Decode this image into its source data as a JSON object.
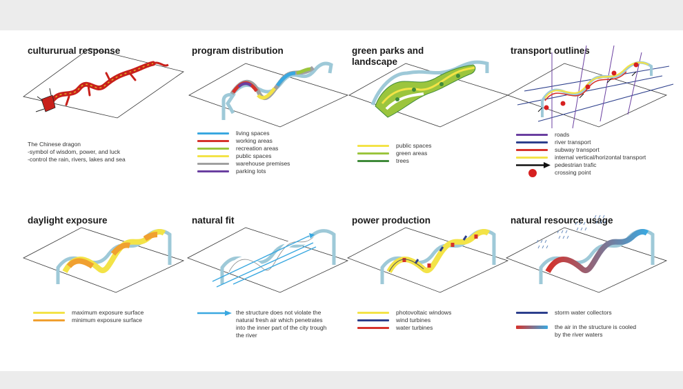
{
  "panels": {
    "cultural": {
      "title": "cultururual response",
      "description": [
        "The Chinese dragon",
        "-symbol of wisdom, power, and luck",
        "-control the rain, rivers, lakes and sea"
      ]
    },
    "program": {
      "title": "program distribution",
      "legend": [
        {
          "label": "living spaces",
          "color": "#3aa8e0"
        },
        {
          "label": "working areas",
          "color": "#d6322b"
        },
        {
          "label": "recreation areas",
          "color": "#9bc53d"
        },
        {
          "label": "public spaces",
          "color": "#f3e347"
        },
        {
          "label": "warehouse premises",
          "color": "#a0a0a0"
        },
        {
          "label": "parking lots",
          "color": "#6a3fa0"
        }
      ]
    },
    "green": {
      "title": "green parks and landscape",
      "legend": [
        {
          "label": "public spaces",
          "color": "#f3e347"
        },
        {
          "label": "green areas",
          "color": "#9bc53d"
        },
        {
          "label": "trees",
          "color": "#3f8a3a"
        }
      ]
    },
    "transport": {
      "title": "transport outlines",
      "legend": [
        {
          "label": "roads",
          "color": "#6a3fa0"
        },
        {
          "label": "river transport",
          "color": "#2c3f8c"
        },
        {
          "label": "subway transport",
          "color": "#d6322b"
        },
        {
          "label": "internal vertical/horizontal transport",
          "color": "#f3e347"
        },
        {
          "label": "pedestrian trafic",
          "color": "#111111"
        },
        {
          "label": "crossing point",
          "color": "#d62020"
        }
      ]
    },
    "daylight": {
      "title": "daylight exposure",
      "legend": [
        {
          "label": "maximum exposure surface",
          "color": "#f3e347"
        },
        {
          "label": "minimum exposure surface",
          "color": "#f0a030"
        }
      ]
    },
    "natural": {
      "title": "natural fit",
      "description": [
        "the structure does not violate the",
        "natural fresh air which penetrates",
        "into the inner part of the city trough",
        "the river"
      ],
      "arrow_color": "#3aa8e0"
    },
    "power": {
      "title": "power production",
      "legend": [
        {
          "label": "photovoltaic windows",
          "color": "#f3e347"
        },
        {
          "label": "wind turbines",
          "color": "#2c3f8c"
        },
        {
          "label": "water turbines",
          "color": "#d6322b"
        }
      ]
    },
    "resource": {
      "title": "natural resource usage",
      "legend": [
        {
          "label": "storm water collectors",
          "color": "#2c3f8c"
        }
      ],
      "gradient_label": [
        "the air in the structure is cooled",
        "by the river waters"
      ],
      "gradient_colors": [
        "#d6322b",
        "#3aa8e0"
      ]
    }
  },
  "colors": {
    "river": "#9ec9d8",
    "river_edge": "#4f7f92",
    "dragon": "#c8201b",
    "dragon_gold": "#e0b020"
  }
}
